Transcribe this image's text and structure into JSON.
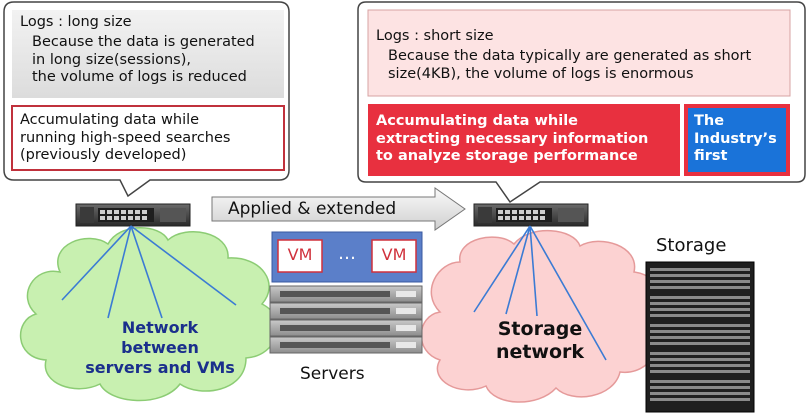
{
  "left_callout": {
    "gray_box": {
      "title": "Logs : long size",
      "body": "Because the data is generated\nin long size(sessions),\nthe volume of logs is reduced"
    },
    "red_box": {
      "body": "Accumulating data while\nrunning high-speed searches\n(previously developed)"
    }
  },
  "right_callout": {
    "pink_box": {
      "title": "Logs : short size",
      "body": "Because the data typically are generated as short\nsize(4KB), the volume of logs is enormous"
    },
    "red_banner": {
      "body": "Accumulating data while\nextracting necessary information\nto analyze storage performance"
    },
    "blue_badge": {
      "body": "The\nIndustry’s\nfirst"
    }
  },
  "arrow": {
    "label": "Applied & extended"
  },
  "servers": {
    "vm_left": "VM",
    "vm_dots": "…",
    "vm_right": "VM",
    "label": "Servers"
  },
  "network_cloud": {
    "label": "Network\nbetween\nservers and VMs"
  },
  "storage_cloud": {
    "label": "Storage\nnetwork"
  },
  "storage": {
    "label": "Storage"
  },
  "colors": {
    "accent_red": "#e8303f",
    "badge_blue": "#1a73d9",
    "green_cloud": "#c8f0b0",
    "pink_cloud": "#fcd2d2",
    "vm_bar_blue": "#5b7fc9",
    "cloud_text_blue": "#1a2f8c"
  }
}
